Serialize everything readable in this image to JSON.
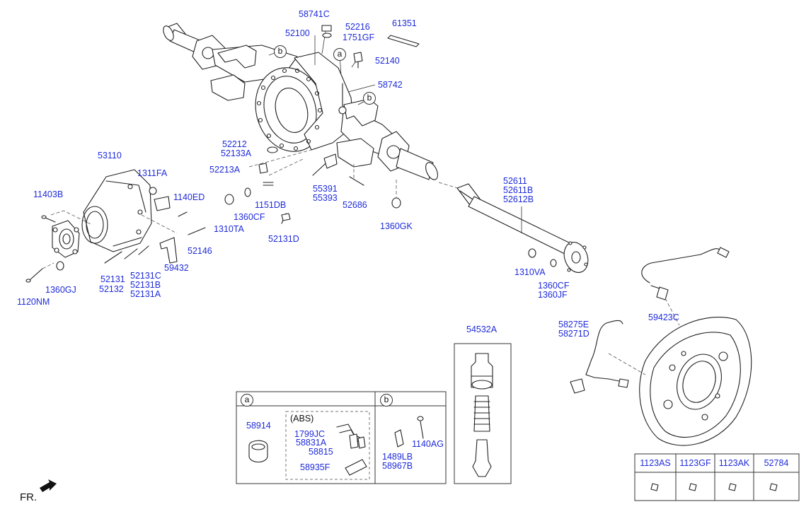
{
  "callouts": {
    "p58741c": "58741C",
    "p52216": "52216",
    "p1751gf": "1751GF",
    "p61351": "61351",
    "p52100": "52100",
    "p52140": "52140",
    "p58742": "58742",
    "p52212": "52212",
    "p52133a": "52133A",
    "p52213a": "52213A",
    "p53110": "53110",
    "p1311fa": "1311FA",
    "p11403b": "11403B",
    "p1140ed": "1140ED",
    "p1151db": "1151DB",
    "p1360cf_a": "1360CF",
    "p1310ta": "1310TA",
    "p52131d": "52131D",
    "p55391": "55391",
    "p55393": "55393",
    "p52686": "52686",
    "p1360gk": "1360GK",
    "p52611": "52611",
    "p52611b": "52611B",
    "p52612b": "52612B",
    "p52146": "52146",
    "p59432": "59432",
    "p52131": "52131",
    "p52132": "52132",
    "p52131c": "52131C",
    "p52131b": "52131B",
    "p52131a": "52131A",
    "p1360gj": "1360GJ",
    "p1120nm": "1120NM",
    "p1310va": "1310VA",
    "p1360cf_b": "1360CF",
    "p1360jf": "1360JF",
    "p59423c": "59423C",
    "p58275e": "58275E",
    "p58271d": "58271D",
    "p54532a": "54532A"
  },
  "markers": {
    "a": "a",
    "b": "b"
  },
  "inset_a": {
    "marker": "a",
    "p58914": "58914",
    "abs_title": "(ABS)",
    "p1799jc": "1799JC",
    "p58831a": "58831A",
    "p58815": "58815",
    "p58935f": "58935F"
  },
  "inset_b": {
    "marker": "b",
    "p1489lb": "1489LB",
    "p58967b": "58967B",
    "p1140ag": "1140AG"
  },
  "parts_table": {
    "headers": [
      "1123AS",
      "1123GF",
      "1123AK",
      "52784"
    ]
  },
  "orientation": {
    "label": "FR."
  }
}
